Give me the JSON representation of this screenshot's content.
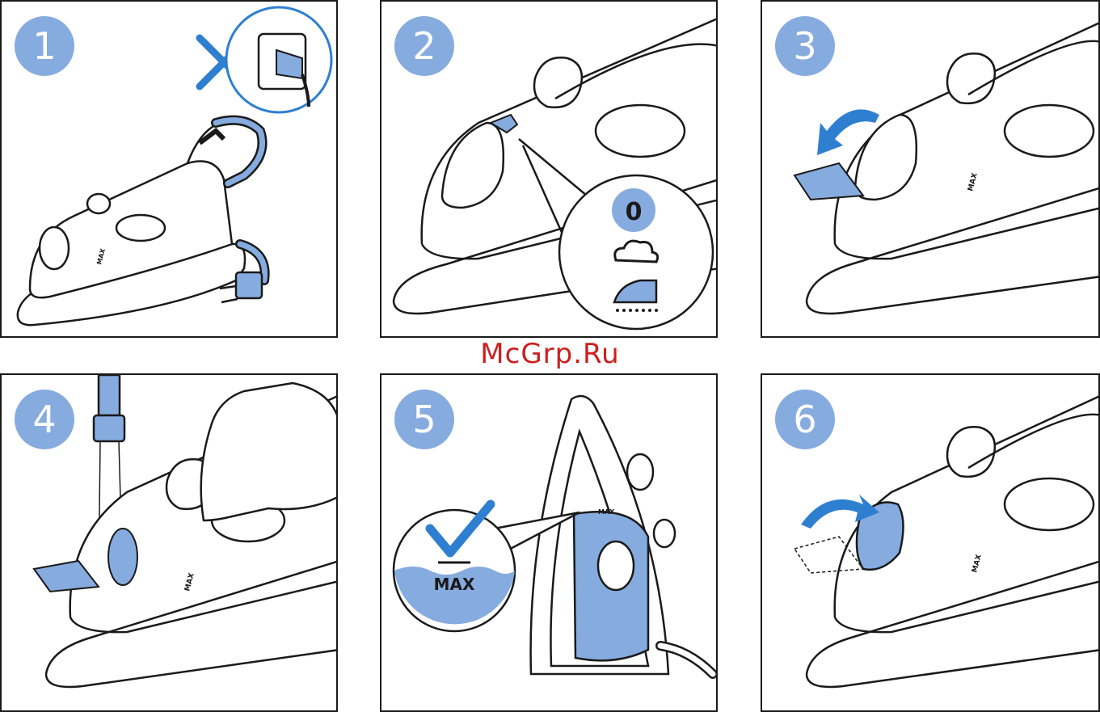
{
  "panels": [
    {
      "step": "1",
      "iron_label": "MAX"
    },
    {
      "step": "2",
      "dial_value": "0"
    },
    {
      "step": "3",
      "iron_label": "MAX"
    },
    {
      "step": "4",
      "iron_label": "MAX"
    },
    {
      "step": "5",
      "callout_label": "MAX",
      "iron_label": "MAX"
    },
    {
      "step": "6",
      "iron_label": "MAX"
    }
  ],
  "watermark": "McGrp.Ru",
  "colors": {
    "accent_blue": "#86abdf",
    "arrow_blue": "#2f7fd0",
    "line": "#1a1a1a",
    "watermark_red": "#cc1f1f"
  }
}
